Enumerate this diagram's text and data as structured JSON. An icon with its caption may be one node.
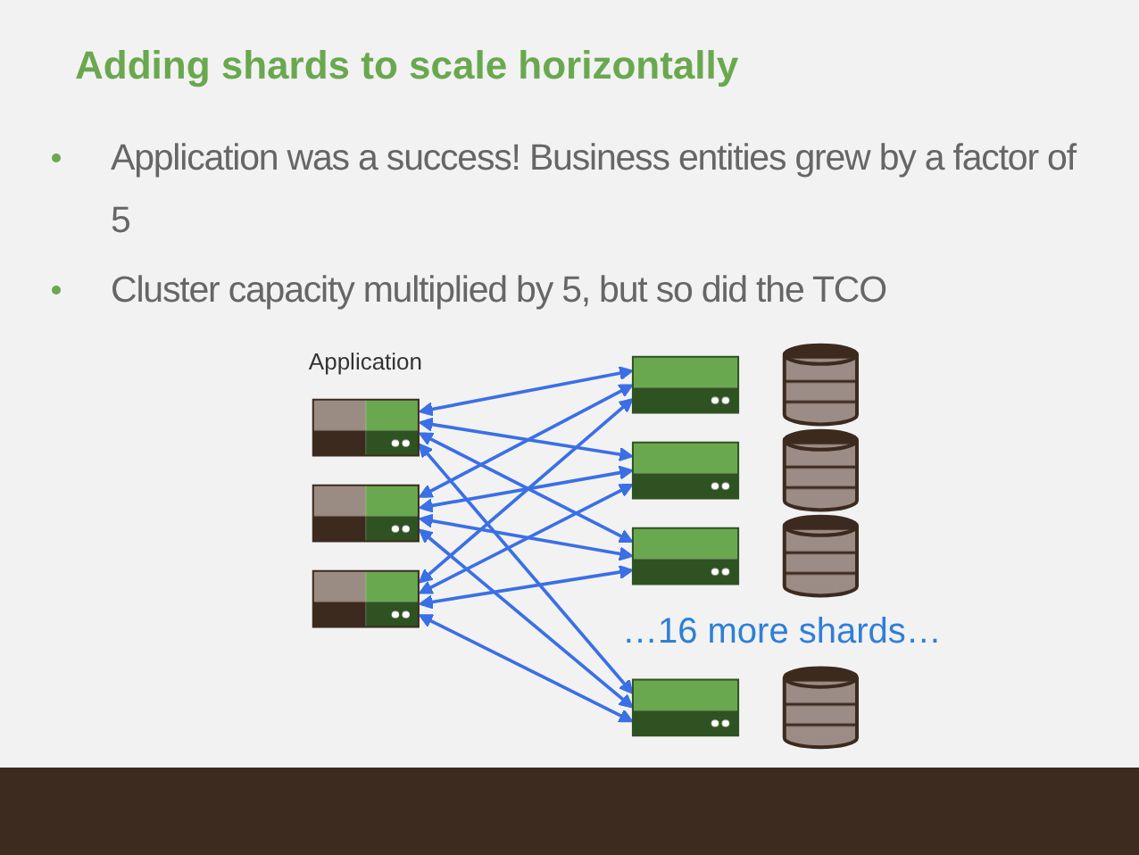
{
  "diagram": {
    "title": "Adding shards to scale horizontally",
    "nodes": [
      {
        "text": [],
        "shape": "server"
      },
      {
        "text": [],
        "shape": "server"
      },
      {
        "text": [],
        "shape": "server"
      },
      {
        "text": [],
        "shape": "server"
      },
      {
        "text": [],
        "shape": "server"
      },
      {
        "text": [],
        "shape": "server"
      },
      {
        "text": [],
        "shape": "server"
      },
      {
        "text": [],
        "shape": "cylinder"
      },
      {
        "text": [],
        "shape": "cylinder"
      },
      {
        "text": [],
        "shape": "cylinder"
      },
      {
        "text": [],
        "shape": "cylinder"
      }
    ],
    "edges": [
      {
        "from": 0,
        "to": 3,
        "arrow": "both"
      },
      {
        "from": 0,
        "to": 4,
        "arrow": "both"
      },
      {
        "from": 0,
        "to": 5,
        "arrow": "both"
      },
      {
        "from": 0,
        "to": 6,
        "arrow": "both"
      },
      {
        "from": 1,
        "to": 3,
        "arrow": "both"
      },
      {
        "from": 1,
        "to": 4,
        "arrow": "both"
      },
      {
        "from": 1,
        "to": 5,
        "arrow": "both"
      },
      {
        "from": 1,
        "to": 6,
        "arrow": "both"
      },
      {
        "from": 2,
        "to": 3,
        "arrow": "both"
      },
      {
        "from": 2,
        "to": 4,
        "arrow": "both"
      },
      {
        "from": 2,
        "to": 5,
        "arrow": "both"
      },
      {
        "from": 2,
        "to": 6,
        "arrow": "both"
      }
    ],
    "labels": [
      "Application was a success! Business entities grew by a factor of 5",
      "Cluster capacity multiplied by 5, but so did the TCO",
      "Application",
      "…16 more shards…"
    ]
  }
}
